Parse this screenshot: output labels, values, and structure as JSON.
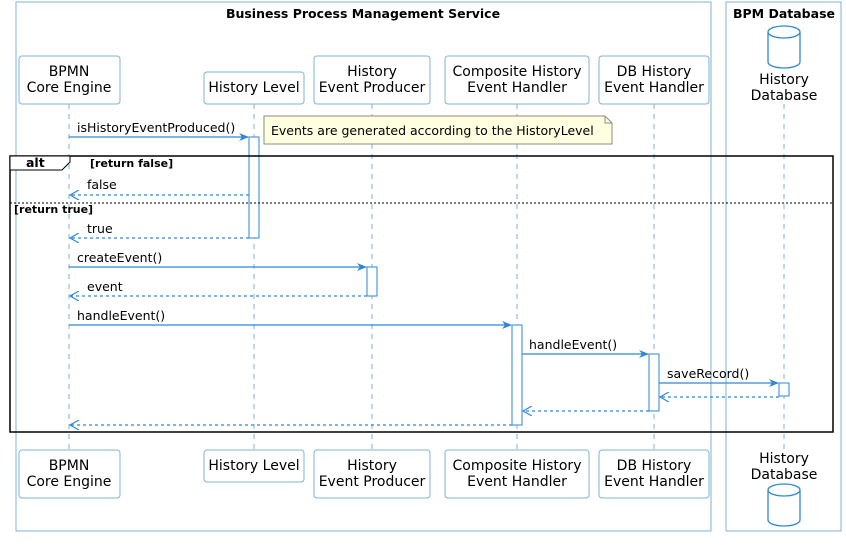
{
  "boxes": {
    "bpm_service": "Business Process Management Service",
    "bpm_database": "BPM Database"
  },
  "participants": {
    "core_engine": [
      "BPMN",
      "Core Engine"
    ],
    "history_level": [
      "History Level"
    ],
    "event_producer": [
      "History",
      "Event Producer"
    ],
    "composite_handler": [
      "Composite History",
      "Event Handler"
    ],
    "db_handler": [
      "DB History",
      "Event Handler"
    ],
    "history_database": [
      "History",
      "Database"
    ]
  },
  "messages": {
    "is_history_event_produced": "isHistoryEventProduced()",
    "return_false": "false",
    "return_true": "true",
    "create_event": "createEvent()",
    "return_event": "event",
    "handle_event_1": "handleEvent()",
    "handle_event_2": "handleEvent()",
    "save_record": "saveRecord()"
  },
  "note": "Events are generated according to the HistoryLevel",
  "alt_fragment": {
    "keyword": "alt",
    "guard_false": "[return false]",
    "guard_true": "[return true]"
  },
  "colors": {
    "border": "#7fb2d9",
    "arrow": "#2f87d4",
    "note_fill": "#fefee0"
  }
}
